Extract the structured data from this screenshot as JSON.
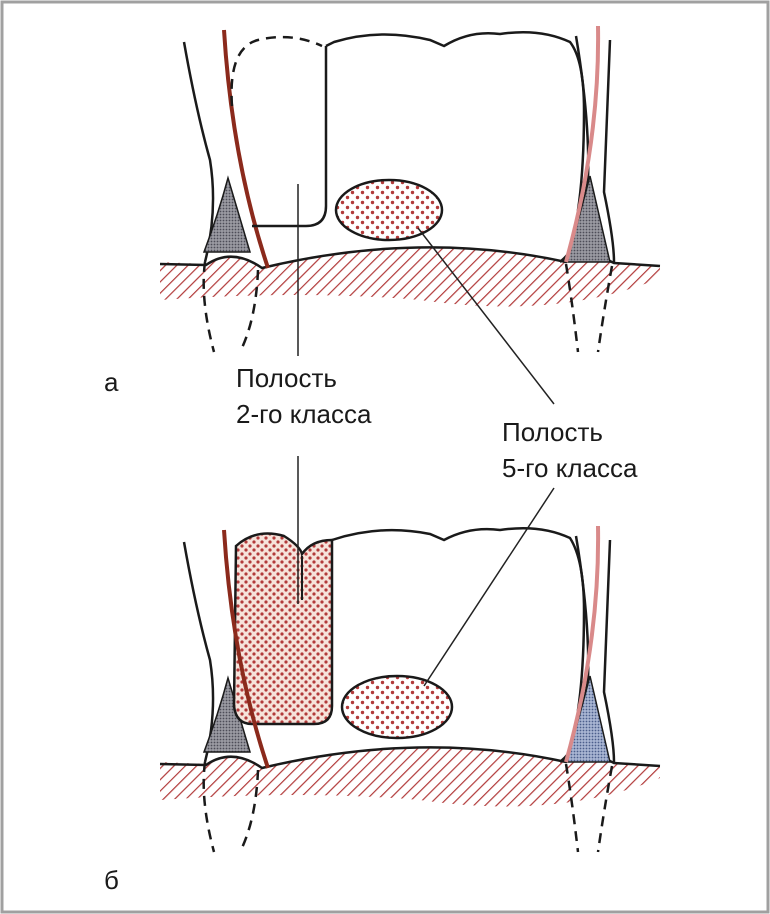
{
  "panels": [
    {
      "id": "a",
      "letter": "а"
    },
    {
      "id": "b",
      "letter": "б"
    }
  ],
  "labels": {
    "class2": {
      "line1": "Полость",
      "line2": "2-го класса"
    },
    "class5": {
      "line1": "Полость",
      "line2": "5-го класса"
    }
  },
  "colors": {
    "frame": "#9a9a9a",
    "outline": "#1a1a1a",
    "gum_hatch": "#b23a3a",
    "dots": "#b23a3a",
    "fill_restoration": "#f3d9cf",
    "matrix_dark": "#8b2a1c",
    "matrix_pink": "#d98a8a",
    "wedge_gray": "#7e7e86",
    "wedge_blue": "#6a7fa8",
    "leader": "#222222"
  }
}
